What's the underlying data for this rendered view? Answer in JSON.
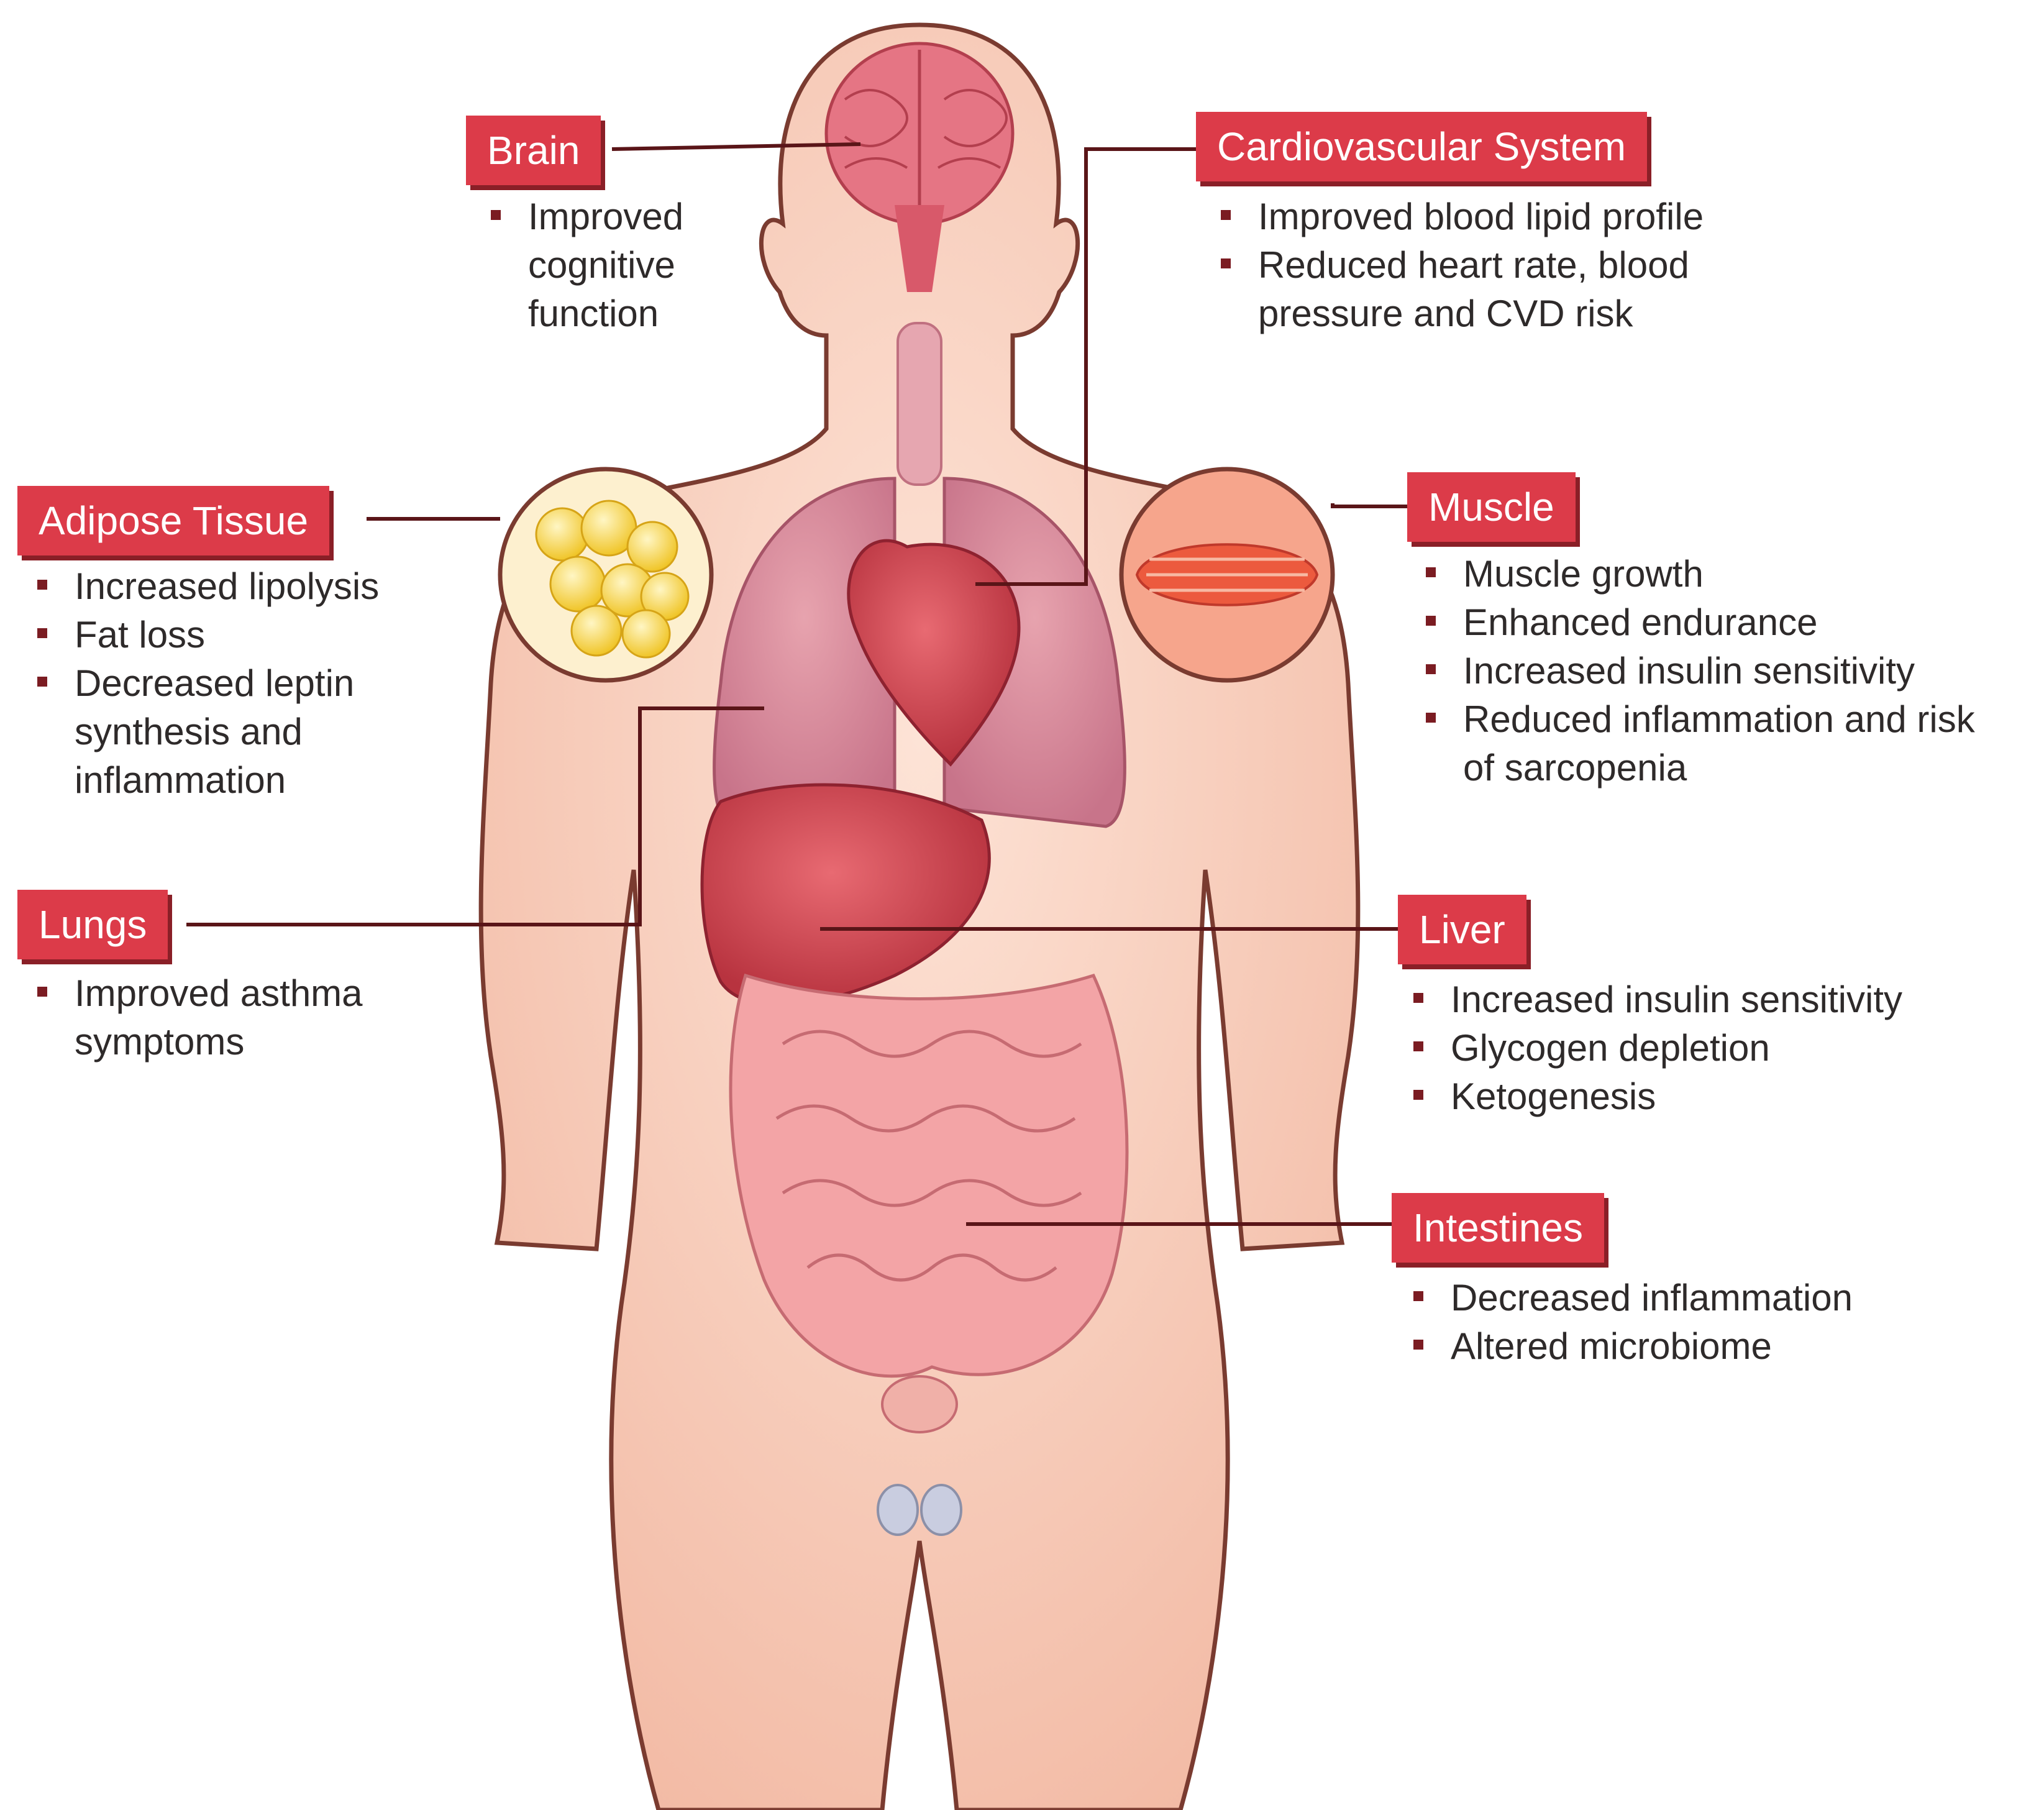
{
  "colors": {
    "label_bg": "#dc3b49",
    "label_shadow": "#8a1f27",
    "connector": "#5a1518",
    "bullet": "#7b1c22",
    "skin": "#f6c9b5",
    "adipose": "#f5d24a",
    "muscle_tissue": "#ec5a3e"
  },
  "organs": {
    "brain": {
      "title": "Brain",
      "bullets": [
        "Improved cognitive function"
      ],
      "lines": [
        "Improved",
        "cognitive",
        "function"
      ]
    },
    "cardiovascular": {
      "title": "Cardiovascular System",
      "bullets": [
        "Improved blood lipid profile",
        "Reduced heart rate, blood pressure and CVD risk"
      ],
      "lines": [
        "Improved blood lipid profile",
        "Reduced heart rate, blood",
        "pressure and CVD risk"
      ]
    },
    "adipose": {
      "title": "Adipose Tissue",
      "bullets": [
        "Increased lipolysis",
        "Fat loss",
        "Decreased leptin synthesis and inflammation"
      ],
      "lines": [
        "Increased lipolysis",
        "Fat loss",
        "Decreased leptin",
        "synthesis and",
        "inflammation"
      ]
    },
    "muscle": {
      "title": "Muscle",
      "bullets": [
        "Muscle growth",
        "Enhanced endurance",
        "Increased insulin sensitivity",
        "Reduced inflammation and risk of sarcopenia"
      ],
      "lines": [
        "Muscle growth",
        "Enhanced endurance",
        "Increased insulin sensitivity",
        "Reduced inflammation and risk",
        "of sarcopenia"
      ]
    },
    "lungs": {
      "title": "Lungs",
      "bullets": [
        "Improved asthma symptoms"
      ],
      "lines": [
        "Improved asthma",
        "symptoms"
      ]
    },
    "liver": {
      "title": "Liver",
      "bullets": [
        "Increased insulin sensitivity",
        "Glycogen depletion",
        "Ketogenesis"
      ],
      "lines": [
        "Increased insulin sensitivity",
        "Glycogen depletion",
        "Ketogenesis"
      ]
    },
    "intestines": {
      "title": "Intestines",
      "bullets": [
        "Decreased inflammation",
        "Altered microbiome"
      ],
      "lines": [
        "Decreased inflammation",
        "Altered microbiome"
      ]
    }
  }
}
